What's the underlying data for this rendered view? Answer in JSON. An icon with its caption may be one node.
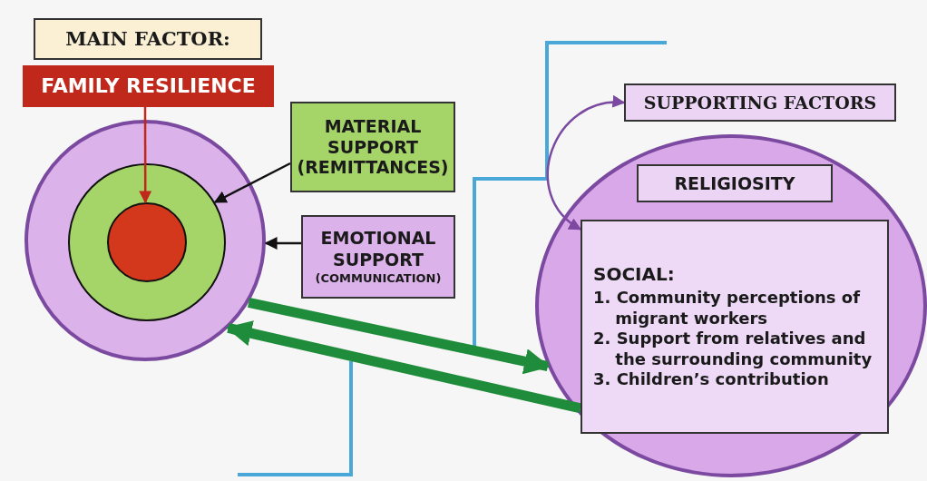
{
  "diagram": {
    "nodes": [
      {
        "text": [
          "MAIN FACTOR:"
        ]
      },
      {
        "text": [
          "FAMILY RESILIENCE"
        ]
      },
      {
        "text": [],
        "shape": "circle"
      },
      {
        "text": [],
        "shape": "circle",
        "in": 2
      },
      {
        "text": [],
        "shape": "circle",
        "in": 3
      },
      {
        "text": [
          "MATERIAL SUPPORT (REMITTANCES)"
        ]
      },
      {
        "text": [
          "EMOTIONAL SUPPORT",
          "(COMMUNICATION)"
        ]
      },
      {
        "text": [
          "SUPPORTING FACTORS"
        ]
      },
      {
        "text": [],
        "shape": "circle"
      },
      {
        "text": [
          "RELIGIOSITY"
        ],
        "in": 8
      },
      {
        "text": [
          "SOCIAL:",
          "1. Community perceptions of migrant workers",
          "2. Support from relatives and the surrounding community",
          "3. Children’s contribution"
        ],
        "in": 8
      }
    ],
    "edges": [
      {
        "from": 1,
        "to": 4,
        "arrow": "to",
        "color": "#c0281c"
      },
      {
        "from": 5,
        "to": 3,
        "arrow": "to"
      },
      {
        "from": 6,
        "to": 2,
        "arrow": "to"
      },
      {
        "from": 2,
        "to": 8,
        "arrow": "to",
        "style": "thick",
        "color": "#1e8c3a"
      },
      {
        "from": 10,
        "to": 2,
        "arrow": "to",
        "style": "thick",
        "color": "#1e8c3a"
      },
      {
        "from": 7,
        "to": 10,
        "arrow": "both",
        "color": "#7b4aa0"
      }
    ]
  }
}
